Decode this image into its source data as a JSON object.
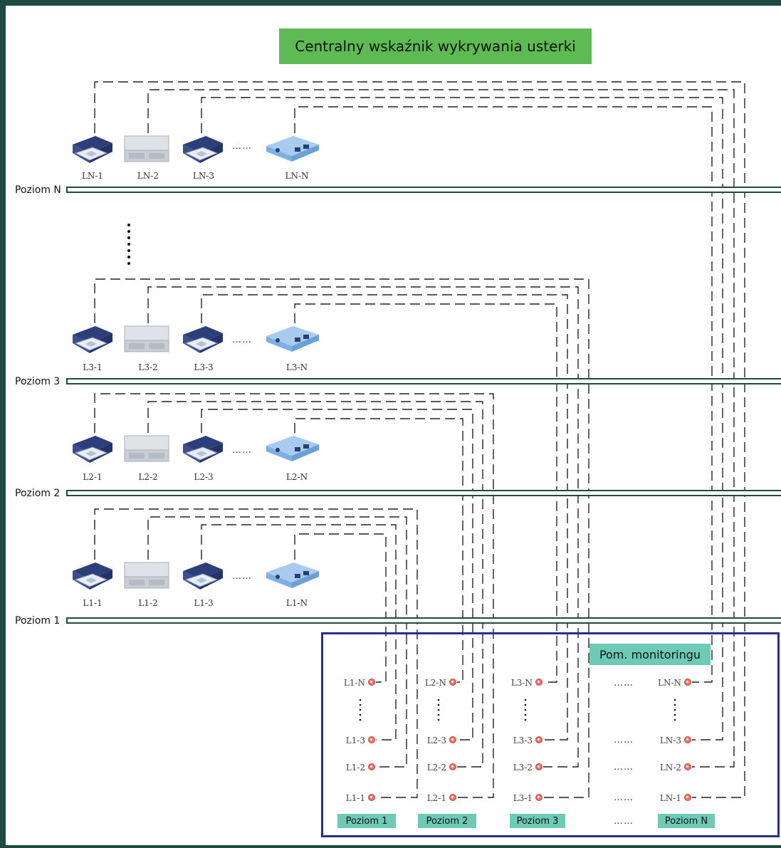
{
  "title": "Centralny wskaźnik wykrywania usterki",
  "monitoring_room_label": "Pom. monitoringu",
  "floors": [
    {
      "label": "Poziom N",
      "units": [
        "LN-1",
        "LN-2",
        "LN-3",
        "LN-N"
      ]
    },
    {
      "label": "Poziom 3",
      "units": [
        "L3-1",
        "L3-2",
        "L3-3",
        "L3-N"
      ]
    },
    {
      "label": "Poziom 2",
      "units": [
        "L2-1",
        "L2-2",
        "L2-3",
        "L2-N"
      ]
    },
    {
      "label": "Poziom 1",
      "units": [
        "L1-1",
        "L1-2",
        "L1-3",
        "L1-N"
      ]
    }
  ],
  "indicator_columns": [
    {
      "badge": "Poziom 1",
      "rows": [
        "L1-N",
        "L1-3",
        "L1-2",
        "L1-1"
      ]
    },
    {
      "badge": "Poziom 2",
      "rows": [
        "L2-N",
        "L2-3",
        "L2-2",
        "L2-1"
      ]
    },
    {
      "badge": "Poziom 3",
      "rows": [
        "L3-N",
        "L3-3",
        "L3-2",
        "L3-1"
      ]
    },
    {
      "badge": "Poziom N",
      "rows": [
        "LN-N",
        "LN-3",
        "LN-2",
        "LN-1"
      ]
    }
  ],
  "unit_types": [
    "cassette-unit",
    "ceiling-unit",
    "cassette-unit",
    "duct-unit"
  ],
  "ellipsis": "……",
  "colors": {
    "title_bg": "#5ebb54",
    "badge_bg": "#6ccab5",
    "frame": "#1f4a43",
    "monitor_border": "#27318c",
    "lamp": "#e8746a"
  }
}
